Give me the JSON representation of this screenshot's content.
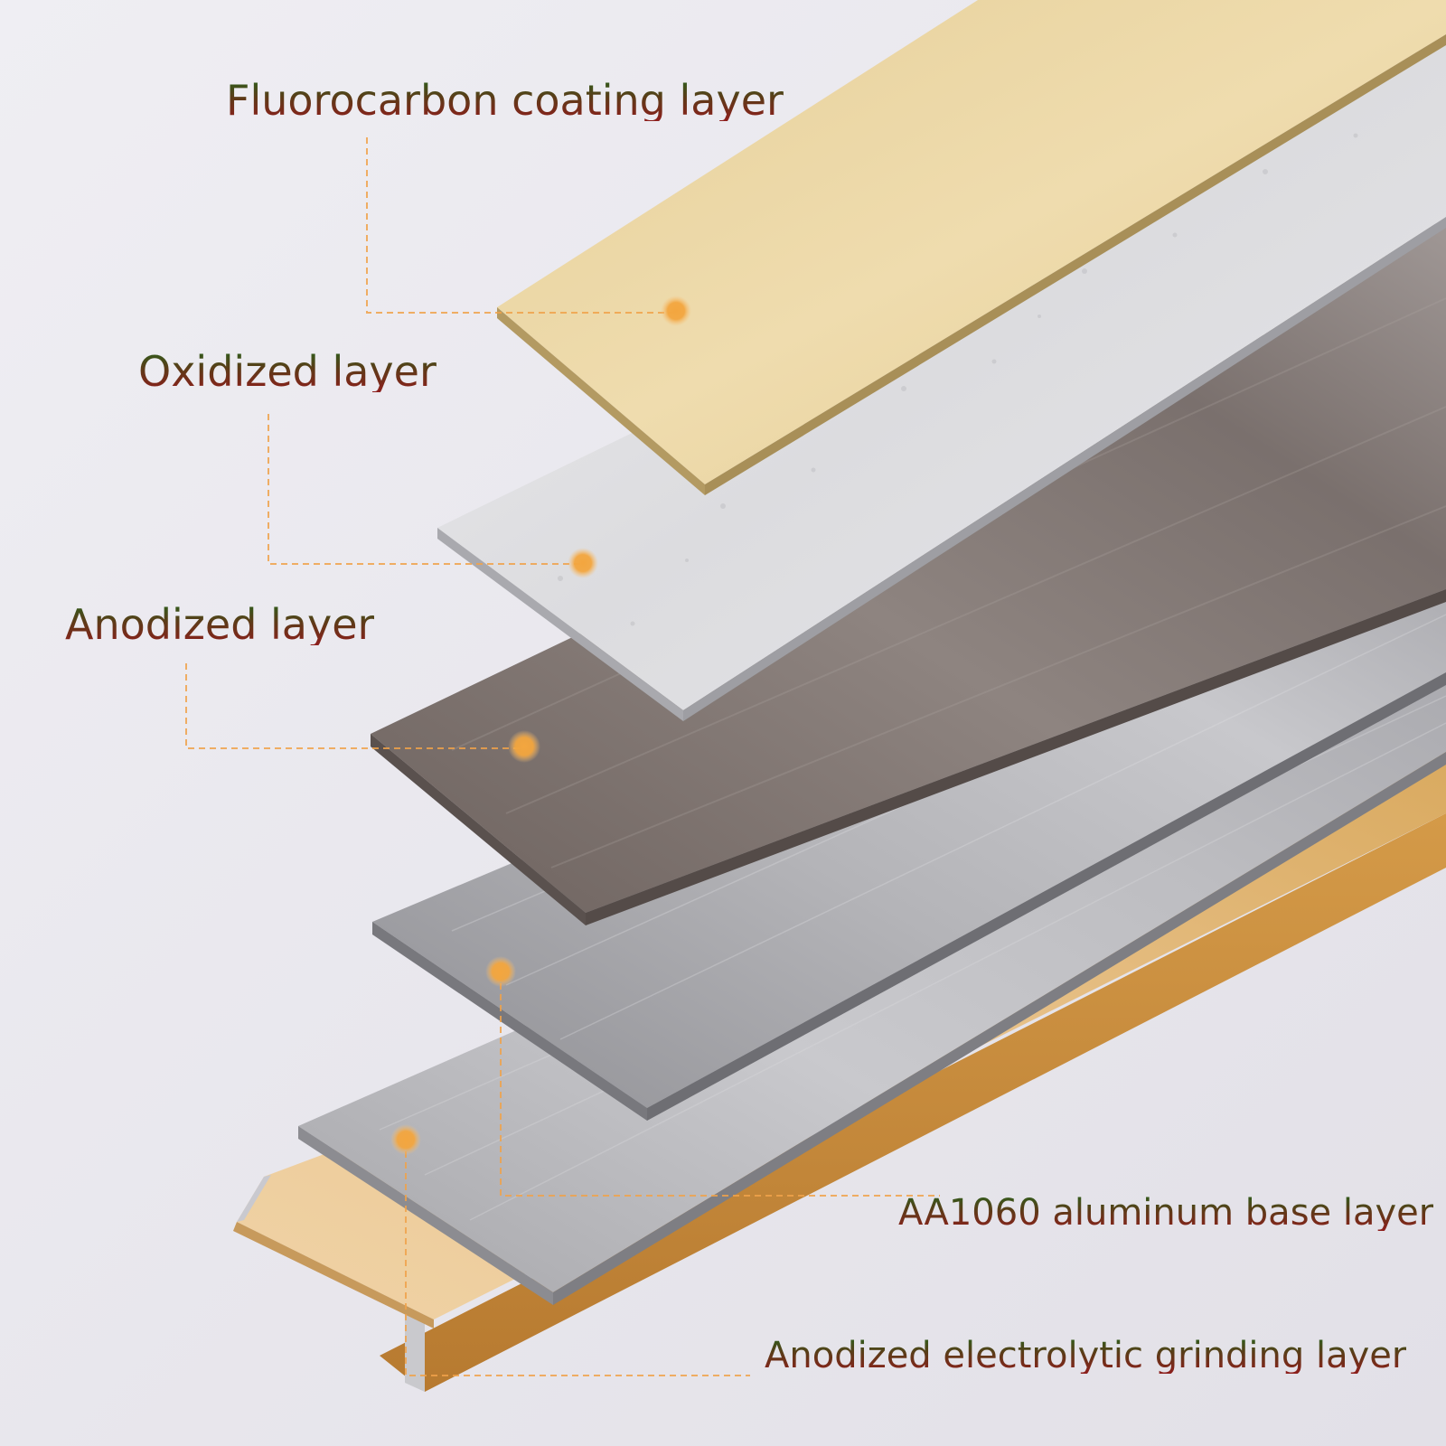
{
  "labels": {
    "fluorocarbon": "Fluorocarbon coating layer",
    "oxidized": "Oxidized layer",
    "anodized": "Anodized layer",
    "aa1060": "AA1060 aluminum base layer",
    "electrolytic": "Anodized electrolytic grinding layer"
  },
  "colors": {
    "background": "#eceaf0",
    "fluorocarbon_layer": "#e8d29a",
    "oxidized_layer": "#e4e4e6",
    "anodized_layer": "#7d7470",
    "aluminum_layer": "#a9a9ad",
    "grinding_layer": "#b8b8bc",
    "gold_profile": "#e8c490",
    "callout": "#f0a24a",
    "label_text_top": "#2e5e1c",
    "label_text_bottom": "#8e1e1c"
  }
}
